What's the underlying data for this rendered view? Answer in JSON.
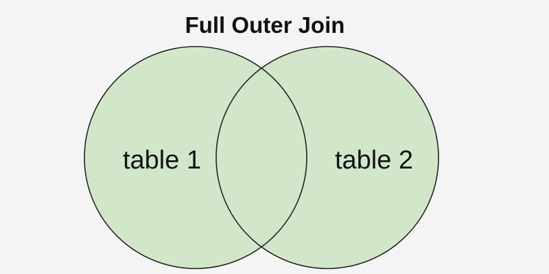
{
  "diagram": {
    "title": "Full Outer Join",
    "type_label": "venn-diagram-two-sets",
    "left_label": "table 1",
    "right_label": "table 2",
    "shaded_regions": "both circles and intersection fully shaded"
  },
  "colors": {
    "background": "#f4f4f5",
    "circle_fill": "#d2e7ca",
    "circle_stroke": "#222222",
    "title_text": "#111111",
    "label_text": "#141414"
  }
}
